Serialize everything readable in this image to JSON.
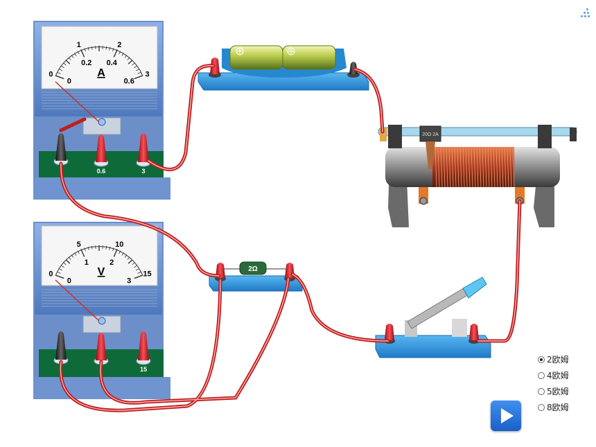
{
  "ammeter": {
    "unit": "A",
    "scale_outer": [
      "0",
      "1",
      "2",
      "3"
    ],
    "scale_inner": [
      "0",
      "0.2",
      "0.4",
      "0.6"
    ],
    "terminals": [
      "-",
      "0.6",
      "3"
    ],
    "needle_value_fraction": 0
  },
  "voltmeter": {
    "unit": "V",
    "scale_outer": [
      "0",
      "5",
      "10",
      "15"
    ],
    "scale_inner": [
      "0",
      "1",
      "2",
      "3"
    ],
    "terminals": [
      "-",
      "",
      "15"
    ],
    "needle_value_fraction": 0
  },
  "resistor": {
    "label": "2Ω"
  },
  "rheostat": {
    "label": "20Ω 2A"
  },
  "resistance_options": [
    {
      "label": "2欧姆",
      "selected": true
    },
    {
      "label": "4欧姆",
      "selected": false
    },
    {
      "label": "5欧姆",
      "selected": false
    },
    {
      "label": "8欧姆",
      "selected": false
    }
  ],
  "colors": {
    "panel_blue": "#5b86c8",
    "base_blue": "#2f93d8",
    "wire_red": "#e03030",
    "terminal_red": "#d61f2a",
    "board_green": "#0f6a3a",
    "play_blue": "#2a73dc"
  },
  "icons": {
    "play": "play-icon",
    "menu": "dots-grid-icon"
  }
}
